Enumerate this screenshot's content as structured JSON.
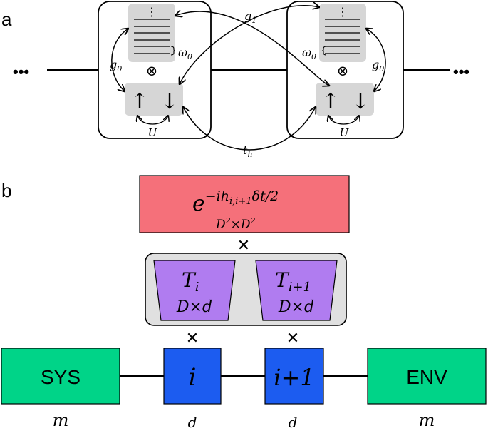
{
  "panel_a": {
    "label": "a",
    "left_ellipsis": "•••",
    "right_ellipsis": "•••",
    "vdots": "⋮",
    "omega_left": "ω",
    "omega_left_sub": "0",
    "omega_right": "ω",
    "omega_right_sub": "0",
    "g1": "g",
    "g1_sub": "1",
    "g0_left": "g",
    "g0_left_sub": "0",
    "g0_right": "g",
    "g0_right_sub": "0",
    "tensor_symbol": "⊗",
    "spin_up": "↑",
    "spin_down": "↓",
    "u_left": "U",
    "u_right": "U",
    "th": "t",
    "th_sub": "h"
  },
  "panel_b": {
    "label": "b",
    "gate": {
      "exp_base": "e",
      "exp_sup": "−ih",
      "exp_sup_sub": "i,i+1",
      "exp_sup_tail": "δt/2",
      "dims_left": "D",
      "dims_left_sup": "2",
      "dims_times": "×",
      "dims_right": "D",
      "dims_right_sup": "2",
      "color": "#f5707a"
    },
    "times_symbol": "✕",
    "tensors": [
      {
        "name": "T",
        "sub": "i",
        "dims": "D×d",
        "color": "#b07cf0"
      },
      {
        "name": "T",
        "sub": "i+1",
        "dims": "D×d",
        "color": "#b07cf0"
      }
    ],
    "chain": {
      "sys": {
        "label": "SYS",
        "dim": "m",
        "color": "#00d488"
      },
      "site_i": {
        "label": "i",
        "dim": "d",
        "color": "#1c5cf0"
      },
      "site_ip1": {
        "label": "i+1",
        "dim": "d",
        "color": "#1c5cf0"
      },
      "env": {
        "label": "ENV",
        "dim": "m",
        "color": "#00d488"
      }
    }
  }
}
